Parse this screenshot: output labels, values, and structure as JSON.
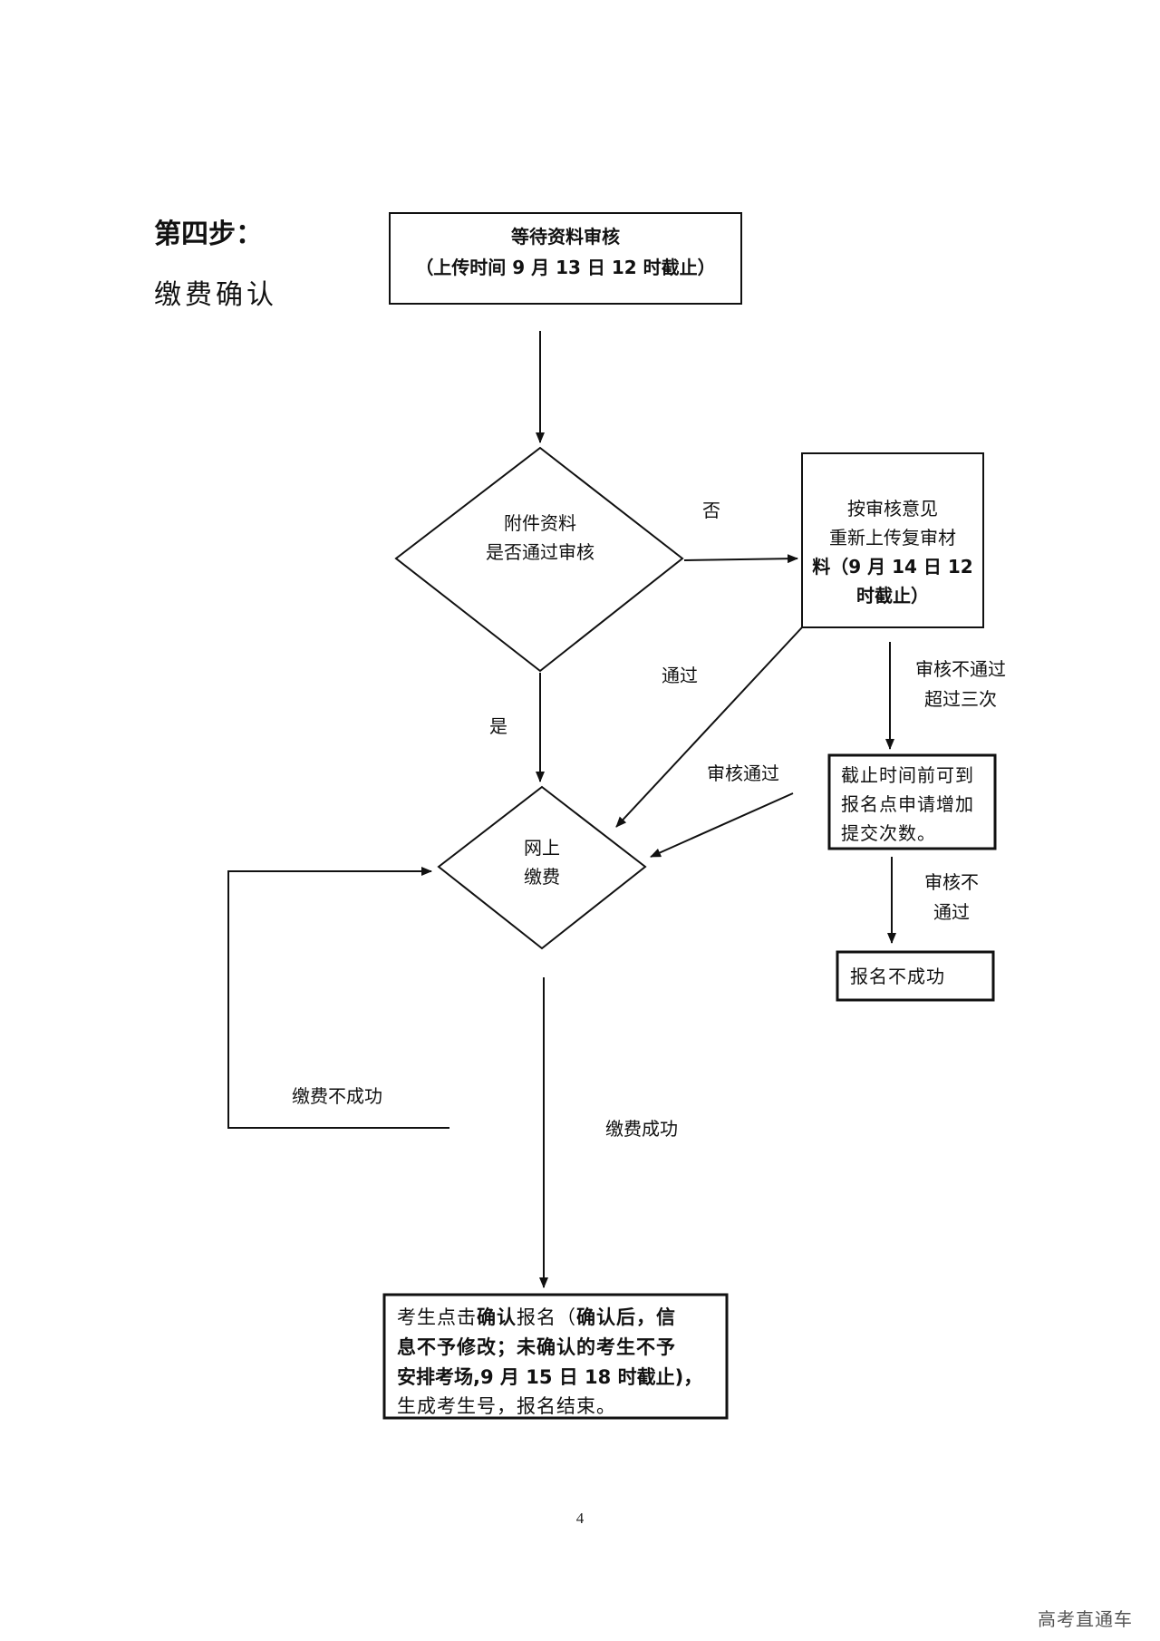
{
  "heading": {
    "step": "第四步：",
    "title": "缴费确认"
  },
  "nodes": {
    "wait_review": {
      "line1": "等待资料审核",
      "line2": "（上传时间 9 月 13 日 12 时截止）"
    },
    "decision_attach": {
      "line1": "附件资料",
      "line2": "是否通过审核"
    },
    "reupload": {
      "line1": "按审核意见",
      "line2": "重新上传复审材",
      "line3": "料（9 月 14 日 12",
      "line4": "时截止）"
    },
    "extra_attempts": {
      "line1": "截止时间前可到",
      "line2": "报名点申请增加",
      "line3": "提交次数。"
    },
    "fail": {
      "label": "报名不成功"
    },
    "online_pay": {
      "line1": "网上",
      "line2": "缴费"
    },
    "confirm": {
      "line1_a": "考生点击",
      "line1_b": "确认",
      "line1_c": "报名（",
      "line1_d": "确认后，信",
      "line2": "息不予修改；未确认的考生不予",
      "line3": "安排考场,9 月 15 日 18 时截止)，",
      "line4": "生成考生号，报名结束。"
    }
  },
  "edge_labels": {
    "no": "否",
    "yes": "是",
    "pass": "通过",
    "review_pass": "审核通过",
    "fail_three_1": "审核不通过",
    "fail_three_2": "超过三次",
    "fail_1": "审核不",
    "fail_2": "通过",
    "pay_fail": "缴费不成功",
    "pay_success": "缴费成功"
  },
  "page_number": "4",
  "watermark": "高考直通车"
}
